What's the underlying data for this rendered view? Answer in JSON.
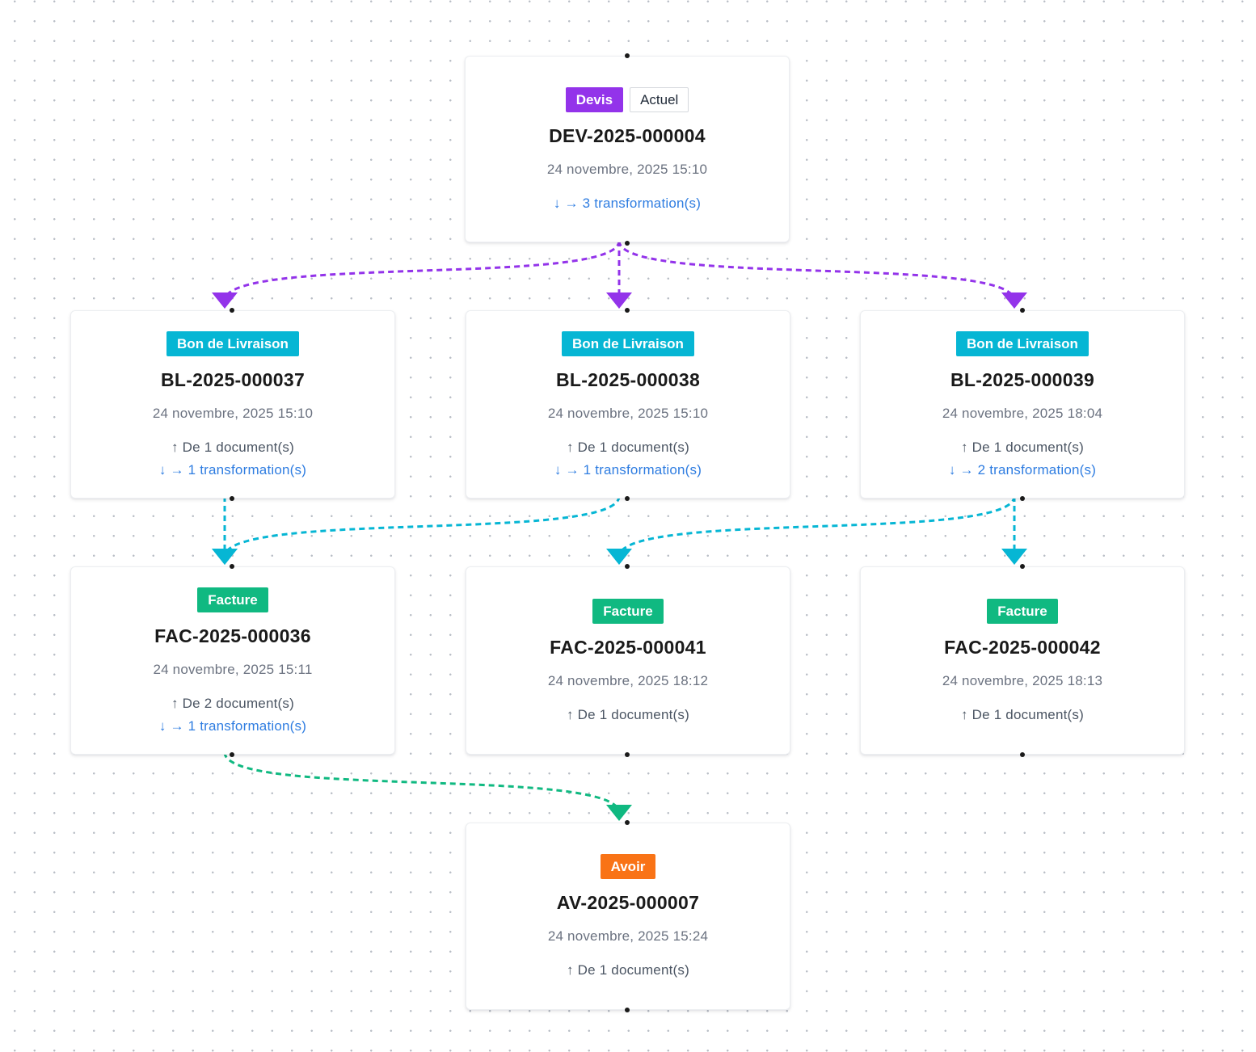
{
  "colors": {
    "devis": "#9333ea",
    "bon_livraison": "#06b6d4",
    "facture": "#10b981",
    "avoir": "#f97316",
    "link": "#2f7de1"
  },
  "nodes": {
    "dev4": {
      "type": "Devis",
      "extra_badge": "Actuel",
      "number": "DEV-2025-000004",
      "date": "24 novembre, 2025 15:10",
      "transformations": "↓ → 3 transformation(s)"
    },
    "bl37": {
      "type": "Bon de Livraison",
      "number": "BL-2025-000037",
      "date": "24 novembre, 2025 15:10",
      "source": "↑ De 1 document(s)",
      "transformations": "↓ → 1 transformation(s)"
    },
    "bl38": {
      "type": "Bon de Livraison",
      "number": "BL-2025-000038",
      "date": "24 novembre, 2025 15:10",
      "source": "↑ De 1 document(s)",
      "transformations": "↓ → 1 transformation(s)"
    },
    "bl39": {
      "type": "Bon de Livraison",
      "number": "BL-2025-000039",
      "date": "24 novembre, 2025 18:04",
      "source": "↑ De 1 document(s)",
      "transformations": "↓ → 2 transformation(s)"
    },
    "fac36": {
      "type": "Facture",
      "number": "FAC-2025-000036",
      "date": "24 novembre, 2025 15:11",
      "source": "↑ De 2 document(s)",
      "transformations": "↓ → 1 transformation(s)"
    },
    "fac41": {
      "type": "Facture",
      "number": "FAC-2025-000041",
      "date": "24 novembre, 2025 18:12",
      "source": "↑ De 1 document(s)"
    },
    "fac42": {
      "type": "Facture",
      "number": "FAC-2025-000042",
      "date": "24 novembre, 2025 18:13",
      "source": "↑ De 1 document(s)"
    },
    "av7": {
      "type": "Avoir",
      "number": "AV-2025-000007",
      "date": "24 novembre, 2025 15:24",
      "source": "↑ De 1 document(s)"
    }
  },
  "edges": [
    {
      "from": "dev4",
      "to": "bl37",
      "color": "#9333ea"
    },
    {
      "from": "dev4",
      "to": "bl38",
      "color": "#9333ea"
    },
    {
      "from": "dev4",
      "to": "bl39",
      "color": "#9333ea"
    },
    {
      "from": "bl37",
      "to": "fac36",
      "color": "#06b6d4"
    },
    {
      "from": "bl38",
      "to": "fac36",
      "color": "#06b6d4"
    },
    {
      "from": "bl39",
      "to": "fac41",
      "color": "#06b6d4"
    },
    {
      "from": "bl39",
      "to": "fac42",
      "color": "#06b6d4"
    },
    {
      "from": "fac36",
      "to": "av7",
      "color": "#10b981"
    }
  ]
}
